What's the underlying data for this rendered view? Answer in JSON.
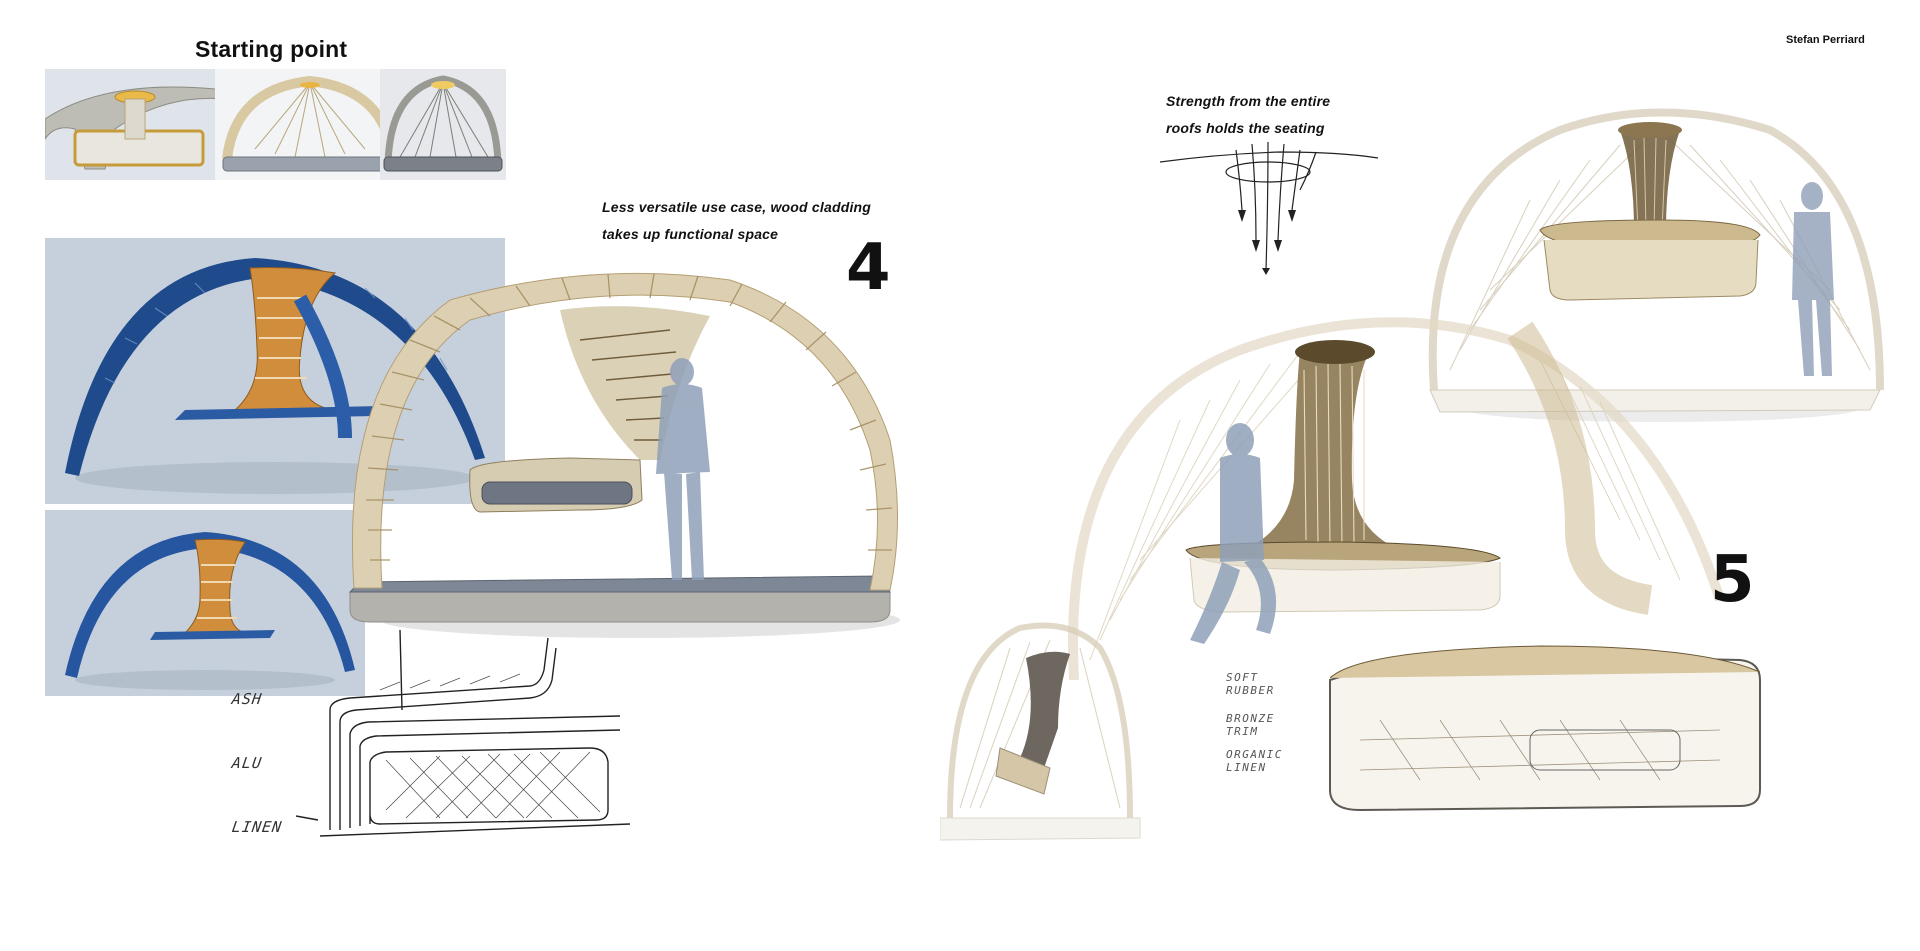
{
  "header": {
    "title": "Starting point",
    "author": "Stefan Perriard"
  },
  "concept4": {
    "note_lines": [
      "Less versatile use case, wood cladding",
      "takes up functional space"
    ],
    "number": "4"
  },
  "concept5": {
    "note_lines": [
      "Strength from the entire",
      "roofs holds the seating"
    ],
    "number": "5"
  },
  "sketch4_labels": {
    "ash": "ASH",
    "alu": "ALU",
    "linen": "LINEN"
  },
  "sketch5_labels": {
    "soft_rubber": [
      "SOFT",
      "RUBBER"
    ],
    "bronze_trim": [
      "BRONZE",
      "TRIM"
    ],
    "organic_linen": [
      "ORGANIC",
      "LINEN"
    ]
  },
  "colors": {
    "wood": "#d9cdb0",
    "wood_dark": "#8a7550",
    "blue": "#2a5595",
    "orange": "#c98a3a",
    "panel_bg": "#c9d3df",
    "figure": "#7d8ea6"
  }
}
